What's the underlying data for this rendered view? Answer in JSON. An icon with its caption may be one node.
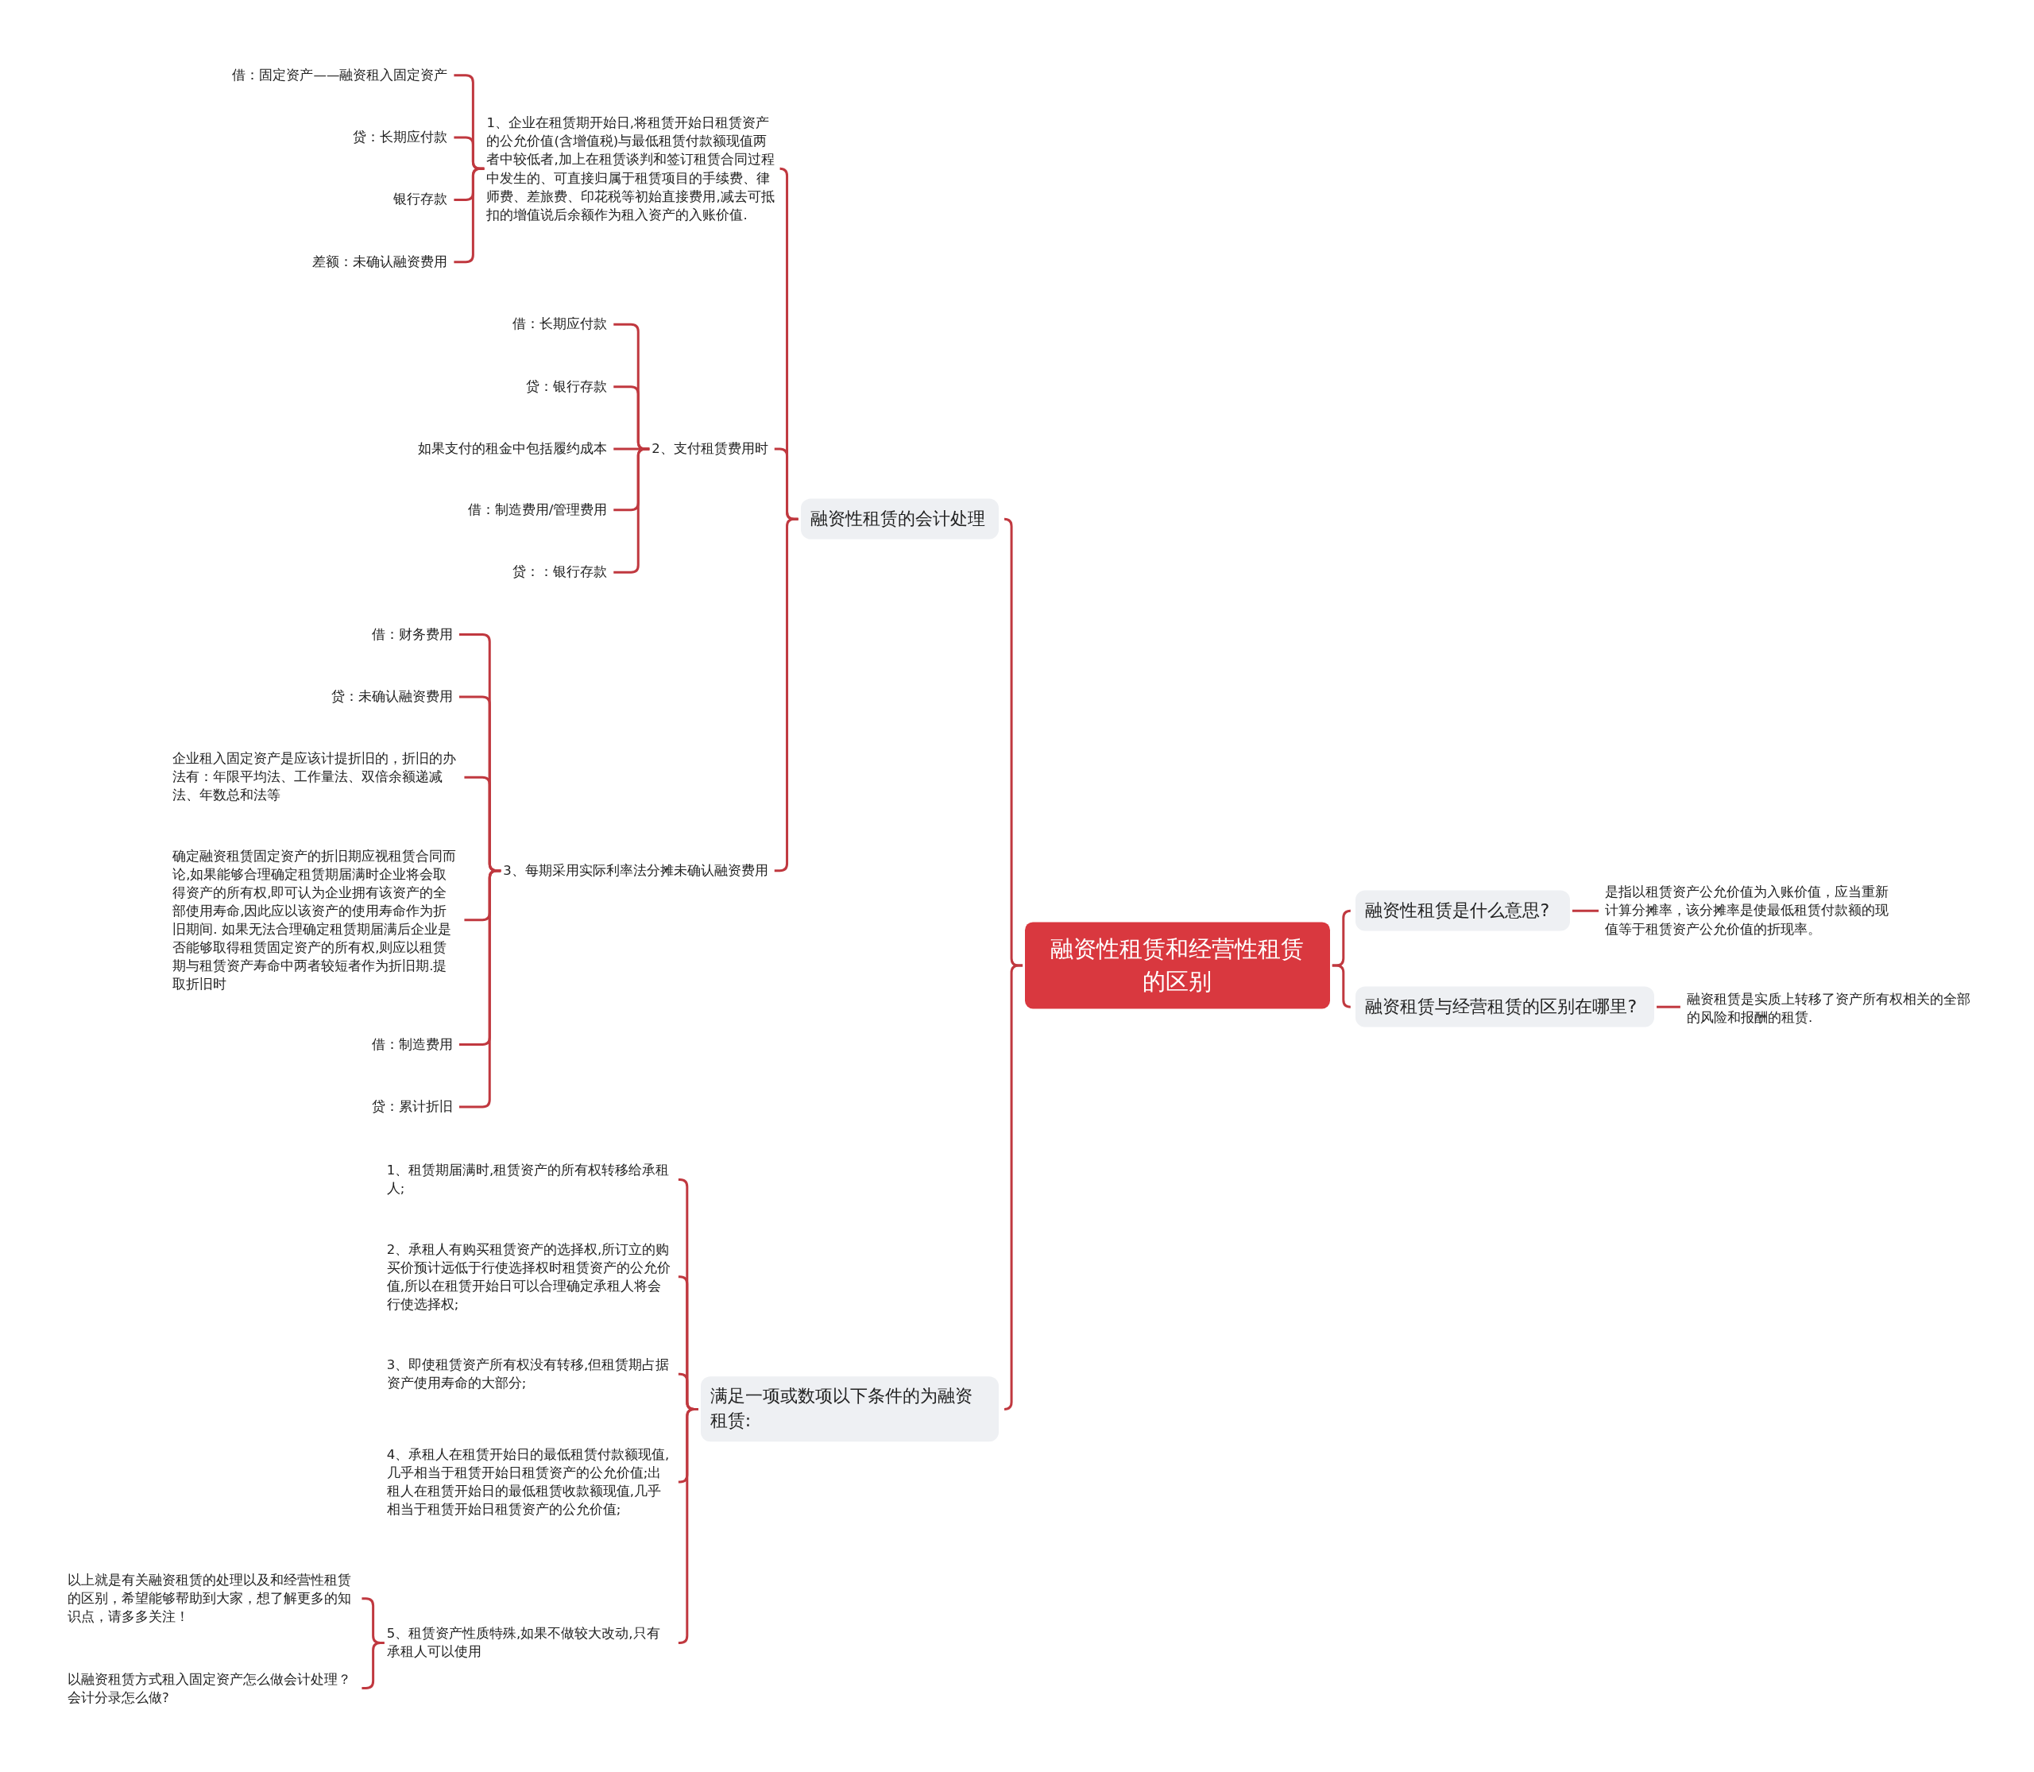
{
  "diagram": {
    "nodes": [
      {
        "text": [
          "融资性租赁和经营性租赁的区别"
        ]
      },
      {
        "text": [
          "融资性租赁的会计处理"
        ]
      },
      {
        "text": [
          "1、企业在租赁期开始日,将租赁开始日租赁资产的公允价值(含增值税)与最低租赁付款额现值两者中较低者,加上在租赁谈判和签订租赁合同过程中发生的、可直接归属于租赁项目的手续费、律师费、差旅费、印花税等初始直接费用,减去可抵扣的增值说后余额作为租入资产的入账价值."
        ]
      },
      {
        "text": [
          "借：固定资产——融资租入固定资产"
        ]
      },
      {
        "text": [
          "贷：长期应付款"
        ]
      },
      {
        "text": [
          "银行存款"
        ]
      },
      {
        "text": [
          "差额：未确认融资费用"
        ]
      },
      {
        "text": [
          "2、支付租赁费用时"
        ]
      },
      {
        "text": [
          "借：长期应付款"
        ]
      },
      {
        "text": [
          "贷：银行存款"
        ]
      },
      {
        "text": [
          "如果支付的租金中包括履约成本"
        ]
      },
      {
        "text": [
          "借：制造费用/管理费用"
        ]
      },
      {
        "text": [
          "贷：：银行存款"
        ]
      },
      {
        "text": [
          "3、每期采用实际利率法分摊未确认融资费用"
        ]
      },
      {
        "text": [
          "借：财务费用"
        ]
      },
      {
        "text": [
          "贷：未确认融资费用"
        ]
      },
      {
        "text": [
          "企业租入固定资产是应该计提折旧的，折旧的办法有：年限平均法、工作量法、双倍余额递减法、年数总和法等"
        ]
      },
      {
        "text": [
          "确定融资租赁固定资产的折旧期应视租赁合同而论,如果能够合理确定租赁期届满时企业将会取得资产的所有权,即可认为企业拥有该资产的全部使用寿命,因此应以该资产的使用寿命作为折旧期间. 如果无法合理确定租赁期届满后企业是否能够取得租赁固定资产的所有权,则应以租赁期与租赁资产寿命中两者较短者作为折旧期.提取折旧时"
        ]
      },
      {
        "text": [
          "借：制造费用"
        ]
      },
      {
        "text": [
          "贷：累计折旧"
        ]
      },
      {
        "text": [
          "满足一项或数项以下条件的为融资租赁:"
        ]
      },
      {
        "text": [
          "1、租赁期届满时,租赁资产的所有权转移给承租人;"
        ]
      },
      {
        "text": [
          "2、承租人有购买租赁资产的选择权,所订立的购买价预计远低于行使选择权时租赁资产的公允价值,所以在租赁开始日可以合理确定承租人将会行使选择权;"
        ]
      },
      {
        "text": [
          "3、即使租赁资产所有权没有转移,但租赁期占据资产使用寿命的大部分;"
        ]
      },
      {
        "text": [
          "4、承租人在租赁开始日的最低租赁付款额现值,几乎相当于租赁开始日租赁资产的公允价值;出租人在租赁开始日的最低租赁收款额现值,几乎相当于租赁开始日租赁资产的公允价值;"
        ]
      },
      {
        "text": [
          "5、租赁资产性质特殊,如果不做较大改动,只有承租人可以使用"
        ]
      },
      {
        "text": [
          "以上就是有关融资租赁的处理以及和经营性租赁的区别，希望能够帮助到大家，想了解更多的知识点，请多多关注！"
        ]
      },
      {
        "text": [
          "以融资租赁方式租入固定资产怎么做会计处理？会计分录怎么做?"
        ]
      },
      {
        "text": [
          "融资性租赁是什么意思?"
        ]
      },
      {
        "text": [
          "是指以租赁资产公允价值为入账价值，应当重新计算分摊率，该分摊率是使最低租赁付款额的现值等于租赁资产公允价值的折现率。"
        ]
      },
      {
        "text": [
          "融资租赁与经营租赁的区别在哪里?"
        ]
      },
      {
        "text": [
          "融资租赁是实质上转移了资产所有权相关的全部的风险和报酬的租赁."
        ]
      }
    ],
    "edges": [
      {
        "from": 0,
        "to": 1,
        "arrow": "none"
      },
      {
        "from": 0,
        "to": 20,
        "arrow": "none"
      },
      {
        "from": 0,
        "to": 28,
        "arrow": "none"
      },
      {
        "from": 0,
        "to": 30,
        "arrow": "none"
      },
      {
        "from": 1,
        "to": 2,
        "arrow": "none"
      },
      {
        "from": 1,
        "to": 7,
        "arrow": "none"
      },
      {
        "from": 1,
        "to": 13,
        "arrow": "none"
      },
      {
        "from": 2,
        "to": 3,
        "arrow": "none"
      },
      {
        "from": 2,
        "to": 4,
        "arrow": "none"
      },
      {
        "from": 2,
        "to": 5,
        "arrow": "none"
      },
      {
        "from": 2,
        "to": 6,
        "arrow": "none"
      },
      {
        "from": 7,
        "to": 8,
        "arrow": "none"
      },
      {
        "from": 7,
        "to": 9,
        "arrow": "none"
      },
      {
        "from": 7,
        "to": 10,
        "arrow": "none"
      },
      {
        "from": 7,
        "to": 11,
        "arrow": "none"
      },
      {
        "from": 7,
        "to": 12,
        "arrow": "none"
      },
      {
        "from": 13,
        "to": 14,
        "arrow": "none"
      },
      {
        "from": 13,
        "to": 15,
        "arrow": "none"
      },
      {
        "from": 13,
        "to": 16,
        "arrow": "none"
      },
      {
        "from": 13,
        "to": 17,
        "arrow": "none"
      },
      {
        "from": 13,
        "to": 18,
        "arrow": "none"
      },
      {
        "from": 13,
        "to": 19,
        "arrow": "none"
      },
      {
        "from": 20,
        "to": 21,
        "arrow": "none"
      },
      {
        "from": 20,
        "to": 22,
        "arrow": "none"
      },
      {
        "from": 20,
        "to": 23,
        "arrow": "none"
      },
      {
        "from": 20,
        "to": 24,
        "arrow": "none"
      },
      {
        "from": 20,
        "to": 25,
        "arrow": "none"
      },
      {
        "from": 25,
        "to": 26,
        "arrow": "none"
      },
      {
        "from": 25,
        "to": 27,
        "arrow": "none"
      },
      {
        "from": 28,
        "to": 29,
        "arrow": "none"
      },
      {
        "from": 30,
        "to": 31,
        "arrow": "none"
      }
    ]
  }
}
